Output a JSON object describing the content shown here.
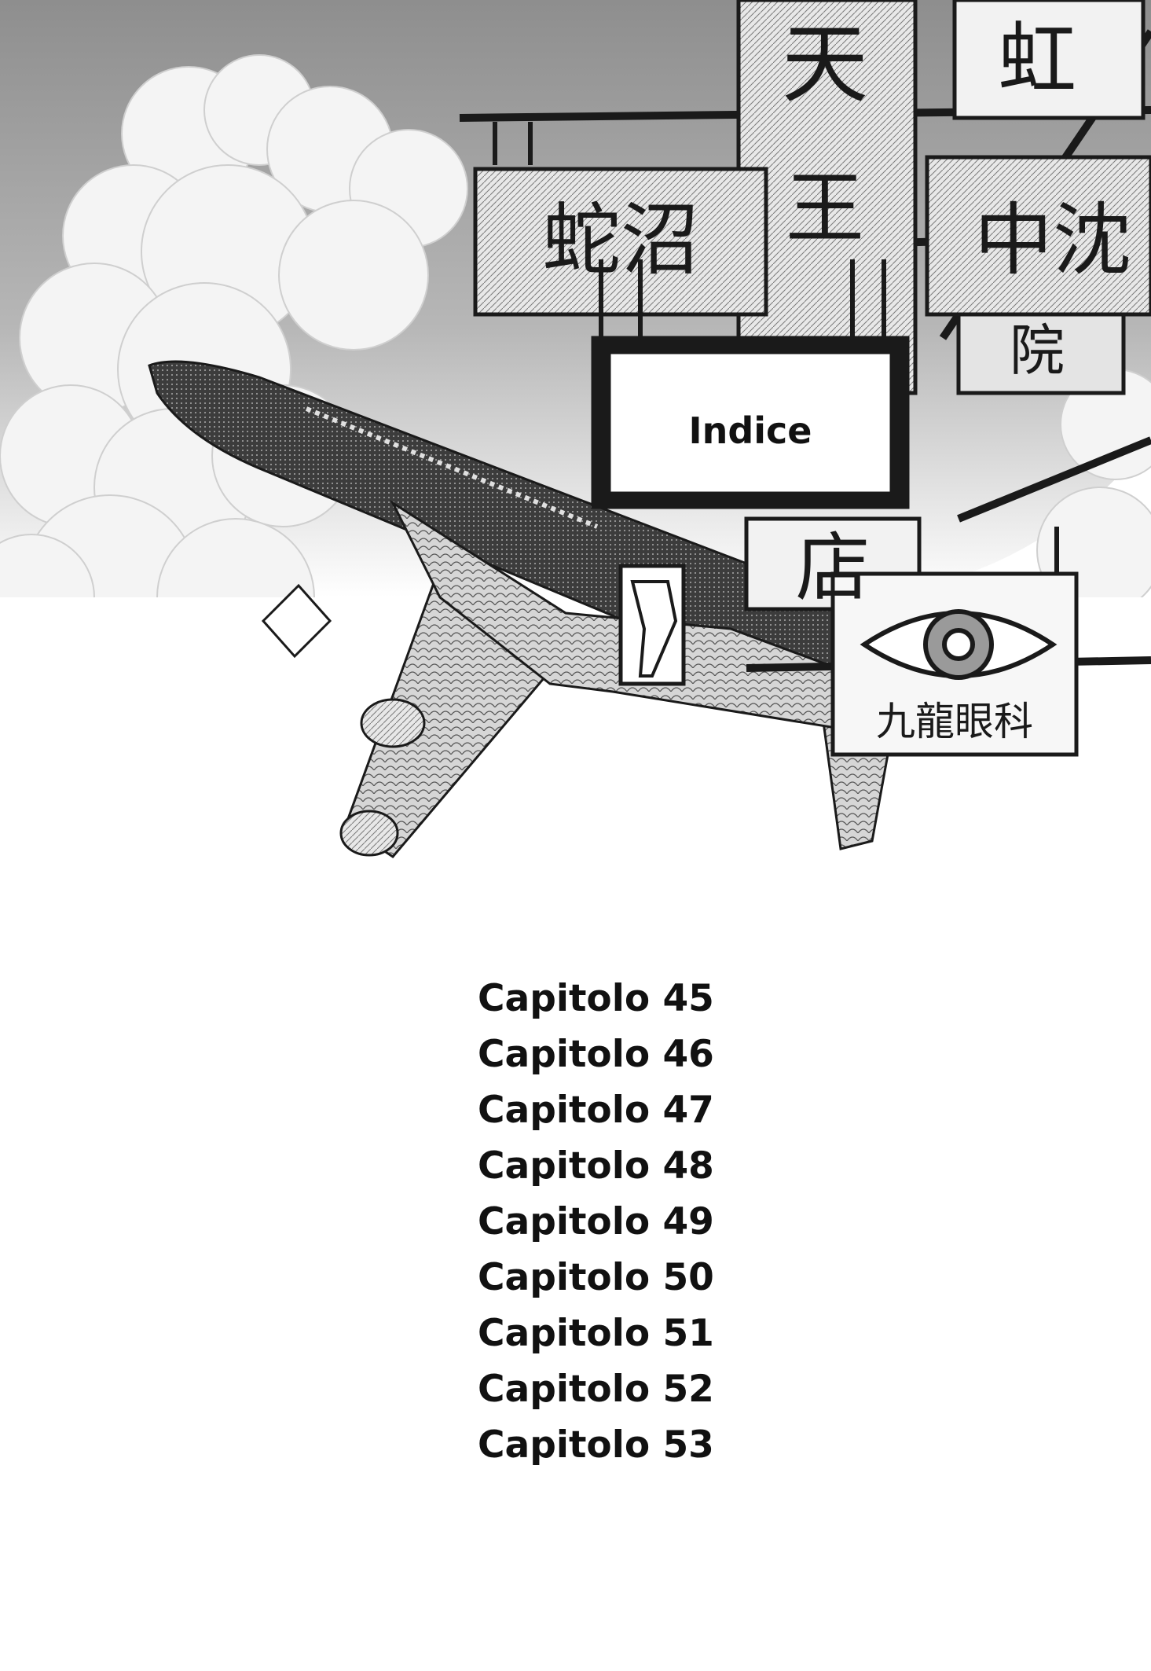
{
  "index": {
    "title": "Indice"
  },
  "signs": {
    "top_left": "蛇沼",
    "top_center": "天",
    "top_right": "虹",
    "middle_center": "王",
    "middle_right": "中沈",
    "lower_right_sign": "院",
    "bottom_center": "店",
    "eye_clinic": "九龍眼科"
  },
  "chapters": [
    "Capitolo 45",
    "Capitolo 46",
    "Capitolo 47",
    "Capitolo 48",
    "Capitolo 49",
    "Capitolo 50",
    "Capitolo 51",
    "Capitolo 52",
    "Capitolo 53"
  ],
  "colors": {
    "ink": "#111111",
    "sky": "#a9a9a9",
    "paper": "#ffffff"
  }
}
